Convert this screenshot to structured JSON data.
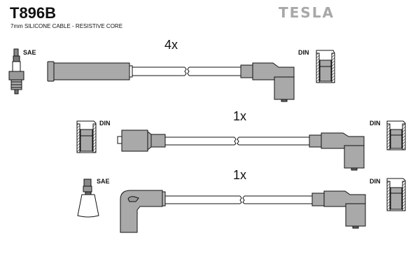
{
  "header": {
    "part_number": "T896B",
    "description": "7mm SILICONE CABLE - RESISTIVE CORE",
    "brand": "TESLA"
  },
  "sets": [
    {
      "quantity": "4x",
      "left_terminal": "SAE",
      "right_terminal": "DIN"
    },
    {
      "quantity": "1x",
      "left_terminal": "DIN",
      "right_terminal": "DIN"
    },
    {
      "quantity": "1x",
      "left_terminal": "SAE",
      "right_terminal": "DIN"
    }
  ],
  "colors": {
    "boot_fill": "#a9a9a9",
    "outline": "#111111",
    "brand_gray": "#a8a8a8"
  }
}
